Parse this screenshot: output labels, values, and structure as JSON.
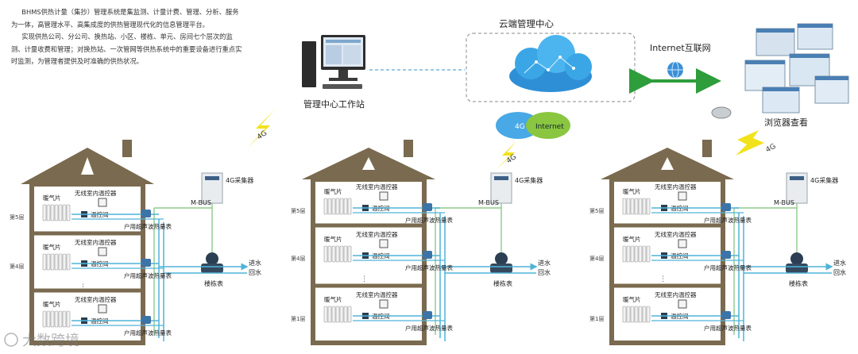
{
  "intro": {
    "paragraphs": [
      "BHMS供热计量（集抄）管理系统是集监测、计量计费、管理、分析、服务为一体，高管理水平、高集成度的供热管理现代化的信息管理平台。",
      "实现供热公司、分公司、换热站、小区、楼栋、单元、房间七个层次的监测、计量收费和管理；对换热站、一次管网等供热系统中的重要设备进行重点实时监测，为管理者提供及时准确的供热状况。"
    ]
  },
  "top": {
    "workstation_label": "管理中心工作站",
    "cloud_center_label": "云端管理中心",
    "internet_label": "Internet互联网",
    "browser_label": "浏览器查看",
    "bubble_4g": "4G",
    "bubble_internet": "Internet",
    "signal_label": "4G"
  },
  "buildings": [
    {
      "collector": "4G采集器",
      "mbus": "M-BUS",
      "floors": [
        {
          "floor_label": "第5层",
          "thermostat": "无线室内温控器",
          "radiator": "暖气片",
          "valve": "温控阀",
          "meter": "户用超声波热量表"
        },
        {
          "floor_label": "第4层",
          "thermostat": "无线室内温控器",
          "radiator": "暖气片",
          "valve": "温控阀",
          "meter": "户用超声波热量表"
        },
        {
          "floor_label": "",
          "thermostat": "无线室内温控器",
          "radiator": "暖气片",
          "valve": "温控阀",
          "meter": "户用超声波热量表"
        }
      ],
      "building_meter": "楼栋表",
      "inlet": "进水",
      "outlet": "回水"
    },
    {
      "collector": "4G采集器",
      "mbus": "M-BUS",
      "floors": [
        {
          "floor_label": "第5层",
          "thermostat": "无线室内温控器",
          "radiator": "暖气片",
          "valve": "温控阀",
          "meter": "户用超声波热量表"
        },
        {
          "floor_label": "第4层",
          "thermostat": "无线室内温控器",
          "radiator": "暖气片",
          "valve": "温控阀",
          "meter": "户用超声波热量表"
        },
        {
          "floor_label": "第1层",
          "thermostat": "无线室内温控器",
          "radiator": "暖气片",
          "valve": "温控阀",
          "meter": "户用超声波热量表"
        }
      ],
      "building_meter": "楼栋表",
      "inlet": "进水",
      "outlet": "回水"
    },
    {
      "collector": "4G采集器",
      "mbus": "M-BUS",
      "floors": [
        {
          "floor_label": "第5层",
          "thermostat": "无线室内温控器",
          "radiator": "暖气片",
          "valve": "温控阀",
          "meter": "户用超声波热量表"
        },
        {
          "floor_label": "第4层",
          "thermostat": "无线室内温控器",
          "radiator": "暖气片",
          "valve": "温控阀",
          "meter": "户用超声波热量表"
        },
        {
          "floor_label": "第1层",
          "thermostat": "无线室内温控器",
          "radiator": "暖气片",
          "valve": "温控阀",
          "meter": "户用超声波热量表"
        }
      ],
      "building_meter": "楼栋表",
      "inlet": "进水",
      "outlet": "回水"
    }
  ],
  "watermark": "大数跨境",
  "colors": {
    "house": "#7a6a4f",
    "cable": "#8fc98c",
    "water": "#4fb3d9",
    "link": "#5aa8d6",
    "bolt": "#f2e21b",
    "cloud": "#3aa6e6",
    "arrow": "#2e9d3b"
  }
}
